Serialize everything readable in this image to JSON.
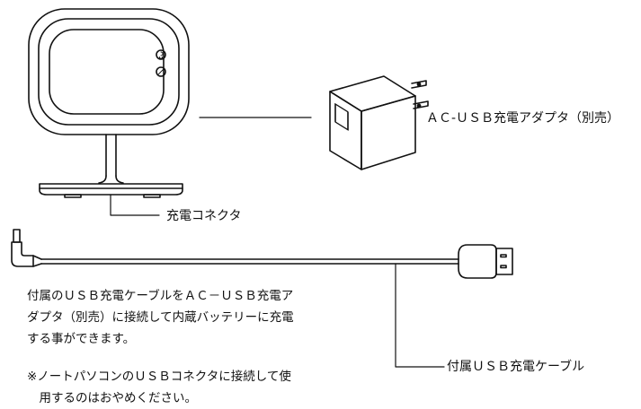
{
  "labels": {
    "adapter": "ＡＣ-ＵＳＢ充電アダプタ（別売）",
    "connector": "充電コネクタ",
    "cable": "付属ＵＳＢ充電ケーブル"
  },
  "instructions": [
    "付属のＵＳＢ充電ケーブルをＡＣ－ＵＳＢ充電ア",
    "ダプタ（別売）に接続して内蔵バッテリーに充電",
    "する事ができます。"
  ],
  "notes": [
    "※ノートパソコンのＵＳＢコネクタに接続して使",
    "　用するのはおやめください。"
  ]
}
